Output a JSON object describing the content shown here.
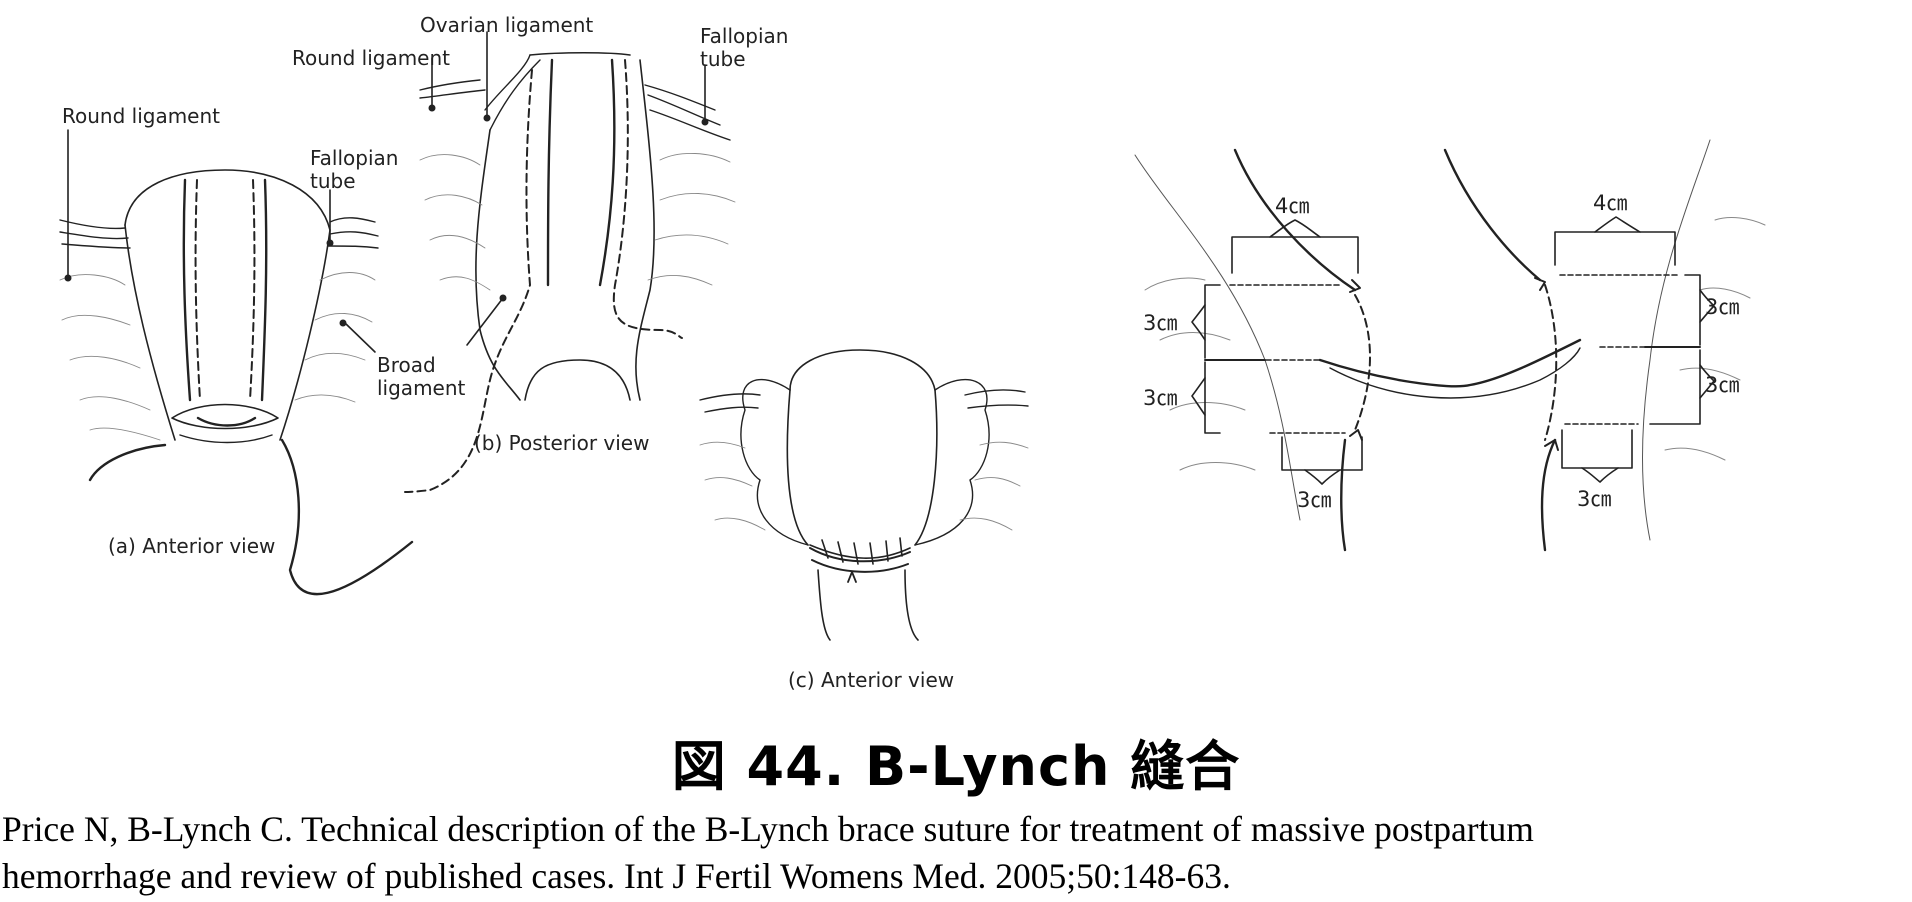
{
  "panels": {
    "anterior_a": {
      "label_round_ligament": "Round ligament",
      "label_fallopian_tube": "Fallopian\ntube",
      "label_broad_ligament": "Broad\nligament",
      "caption": "(a) Anterior view"
    },
    "posterior_b": {
      "label_ovarian_ligament": "Ovarian ligament",
      "label_round_ligament": "Round ligament",
      "label_fallopian_tube": "Fallopian\ntube",
      "caption": "(b) Posterior view"
    },
    "anterior_c": {
      "caption": "(c) Anterior view"
    },
    "dimension_diagram": {
      "left_top": "4㎝",
      "left_upper": "3㎝",
      "left_lower": "3㎝",
      "left_bottom": "3㎝",
      "right_top": "4㎝",
      "right_upper": "3㎝",
      "right_lower": "3㎝",
      "right_bottom": "3㎝"
    }
  },
  "figure_title": "図 44.  B-Lynch 縫合",
  "citation": {
    "line1": "Price N, B-Lynch C. Technical description of the B-Lynch brace suture for treatment of massive postpartum",
    "line2": "hemorrhage and review of published cases. Int J Fertil Womens Med. 2005;50:148-63."
  }
}
